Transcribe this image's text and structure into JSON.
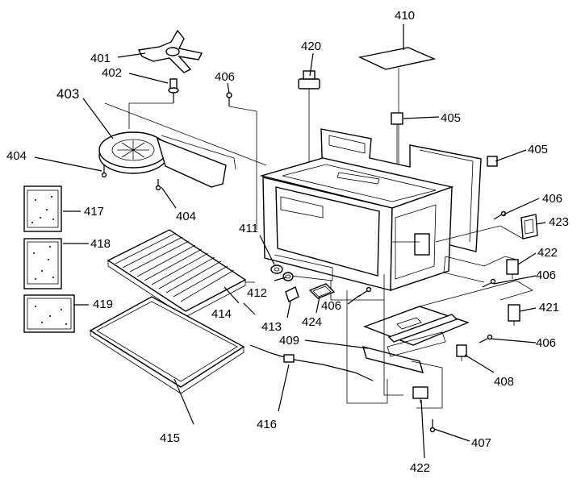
{
  "diagram": {
    "parts": [
      {
        "id": "p401",
        "number": "401",
        "icon": "stirrer-fan-icon"
      },
      {
        "id": "p402",
        "number": "402",
        "icon": "shaft-icon"
      },
      {
        "id": "p403",
        "number": "403",
        "icon": "stirrer-cover-icon"
      },
      {
        "id": "p404a",
        "number": "404",
        "icon": "screw-icon"
      },
      {
        "id": "p404b",
        "number": "404",
        "icon": "screw-icon"
      },
      {
        "id": "p405a",
        "number": "405",
        "icon": "clip-icon"
      },
      {
        "id": "p405b",
        "number": "405",
        "icon": "clip-icon"
      },
      {
        "id": "p406a",
        "number": "406",
        "icon": "screw-icon"
      },
      {
        "id": "p406b",
        "number": "406",
        "icon": "screw-icon"
      },
      {
        "id": "p406c",
        "number": "406",
        "icon": "screw-icon"
      },
      {
        "id": "p406d",
        "number": "406",
        "icon": "screw-icon"
      },
      {
        "id": "p406e",
        "number": "406",
        "icon": "screw-icon"
      },
      {
        "id": "p407",
        "number": "407",
        "icon": "screw-icon"
      },
      {
        "id": "p408",
        "number": "408",
        "icon": "switch-icon"
      },
      {
        "id": "p409",
        "number": "409",
        "icon": "bracket-icon"
      },
      {
        "id": "p410",
        "number": "410",
        "icon": "cover-plate-icon"
      },
      {
        "id": "p411",
        "number": "411",
        "icon": "grommet-icon"
      },
      {
        "id": "p412",
        "number": "412",
        "icon": "grommet-icon"
      },
      {
        "id": "p413",
        "number": "413",
        "icon": "rack-support-icon"
      },
      {
        "id": "p414",
        "number": "414",
        "icon": "oven-rack-icon"
      },
      {
        "id": "p415",
        "number": "415",
        "icon": "glass-tray-icon"
      },
      {
        "id": "p416",
        "number": "416",
        "icon": "thermal-sensor-icon"
      },
      {
        "id": "p417",
        "number": "417",
        "icon": "manual-booklet-icon"
      },
      {
        "id": "p418",
        "number": "418",
        "icon": "manual-booklet-icon"
      },
      {
        "id": "p419",
        "number": "419",
        "icon": "manual-booklet-icon"
      },
      {
        "id": "p420",
        "number": "420",
        "icon": "thermostat-icon"
      },
      {
        "id": "p421",
        "number": "421",
        "icon": "switch-icon"
      },
      {
        "id": "p422a",
        "number": "422",
        "icon": "switch-icon"
      },
      {
        "id": "p422b",
        "number": "422",
        "icon": "switch-icon"
      },
      {
        "id": "p423",
        "number": "423",
        "icon": "gasket-icon"
      },
      {
        "id": "p424",
        "number": "424",
        "icon": "cover-plate-icon"
      }
    ]
  }
}
